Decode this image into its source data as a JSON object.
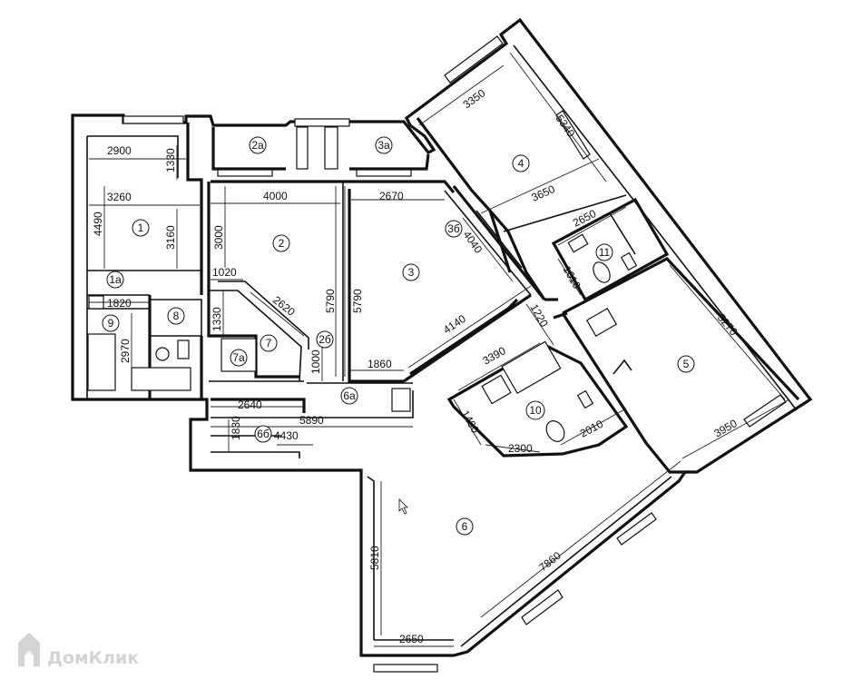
{
  "watermark": "ДомКлик",
  "rooms": [
    {
      "id": "r1",
      "label": "1"
    },
    {
      "id": "r1a",
      "label": "1а"
    },
    {
      "id": "r2",
      "label": "2"
    },
    {
      "id": "r2a",
      "label": "2а"
    },
    {
      "id": "r2b",
      "label": "2б"
    },
    {
      "id": "r3",
      "label": "3"
    },
    {
      "id": "r3a",
      "label": "3а"
    },
    {
      "id": "r3b",
      "label": "3б"
    },
    {
      "id": "r4",
      "label": "4"
    },
    {
      "id": "r5",
      "label": "5"
    },
    {
      "id": "r6",
      "label": "6"
    },
    {
      "id": "r6a",
      "label": "6а"
    },
    {
      "id": "r6b",
      "label": "6б"
    },
    {
      "id": "r7",
      "label": "7"
    },
    {
      "id": "r7a",
      "label": "7а"
    },
    {
      "id": "r8",
      "label": "8"
    },
    {
      "id": "r9",
      "label": "9"
    },
    {
      "id": "r10",
      "label": "10"
    },
    {
      "id": "r11",
      "label": "11"
    }
  ],
  "dimensions": {
    "d2900": "2900",
    "d1330a": "1330",
    "d3260": "3260",
    "d4490": "4490",
    "d3160": "3160",
    "d1820": "1820",
    "d2970": "2970",
    "d4000": "4000",
    "d3000": "3000",
    "d1020": "1020",
    "d2620": "2620",
    "d5790a": "5790",
    "d1330b": "1330",
    "d5790b": "5790",
    "d2670": "2670",
    "d4140": "4140",
    "d1860": "1860",
    "d1000": "1000",
    "d4040": "4040",
    "d3350": "3350",
    "d5340": "5340",
    "d3650": "3650",
    "d2650a": "2650",
    "d1610": "1610",
    "d1220": "1220",
    "d3390": "3390",
    "d5270": "5270",
    "d3950": "3950",
    "d2640": "2640",
    "d5890": "5890",
    "d1830": "1830",
    "d4430": "4430",
    "d1400": "1400",
    "d2300": "2300",
    "d2010": "2010",
    "d5810": "5810",
    "d7860": "7860",
    "d2650b": "2650"
  }
}
